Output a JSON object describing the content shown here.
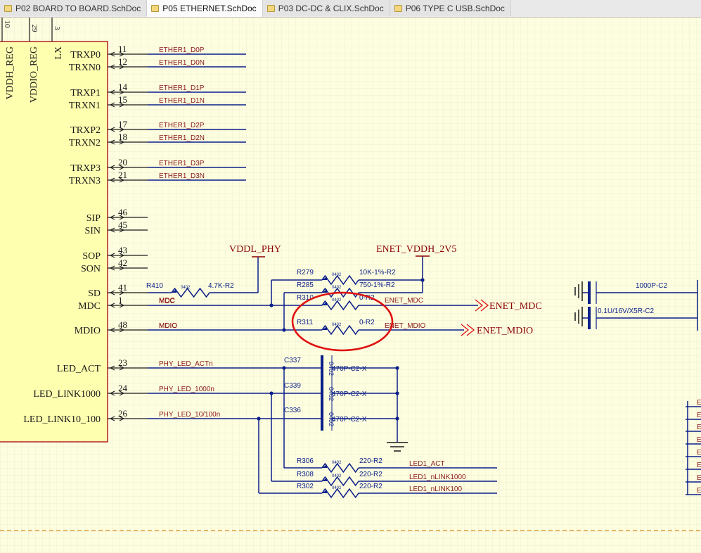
{
  "tabs": [
    {
      "label": "P02 BOARD TO BOARD.SchDoc",
      "active": false
    },
    {
      "label": "P05 ETHERNET.SchDoc",
      "active": true
    },
    {
      "label": "P03 DC-DC & CLIX.SchDoc",
      "active": false
    },
    {
      "label": "P06 TYPE C USB.SchDoc",
      "active": false
    }
  ],
  "colors": {
    "wire": "#0b1f8a",
    "pin": "#1a1a1a",
    "net_label": "#8b1a1a",
    "power": "#8b0000",
    "component_fill": "#ffffb0",
    "component_border": "#b22222",
    "highlight": "#e01010"
  },
  "ic": {
    "top_pin_numbers": [
      "10",
      "29",
      "3"
    ],
    "vertical_labels": [
      "VDDH_REG",
      "VDDIO_REG",
      "LX"
    ],
    "pins": [
      {
        "name": "TRXP0",
        "num": "11",
        "net": "ETHER1_D0P"
      },
      {
        "name": "TRXN0",
        "num": "12",
        "net": "ETHER1_D0N"
      },
      {
        "name": "TRXP1",
        "num": "14",
        "net": "ETHER1_D1P"
      },
      {
        "name": "TRXN1",
        "num": "15",
        "net": "ETHER1_D1N"
      },
      {
        "name": "TRXP2",
        "num": "17",
        "net": "ETHER1_D2P"
      },
      {
        "name": "TRXN2",
        "num": "18",
        "net": "ETHER1_D2N"
      },
      {
        "name": "TRXP3",
        "num": "20",
        "net": "ETHER1_D3P"
      },
      {
        "name": "TRXN3",
        "num": "21",
        "net": "ETHER1_D3N"
      },
      {
        "name": "SIP",
        "num": "46",
        "net": ""
      },
      {
        "name": "SIN",
        "num": "45",
        "net": ""
      },
      {
        "name": "SOP",
        "num": "43",
        "net": ""
      },
      {
        "name": "SON",
        "num": "42",
        "net": ""
      },
      {
        "name": "SD",
        "num": "41",
        "net": ""
      },
      {
        "name": "MDC",
        "num": "1",
        "net": "MDC"
      },
      {
        "name": "MDIO",
        "num": "48",
        "net": "MDIO"
      },
      {
        "name": "LED_ACT",
        "num": "23",
        "net": "PHY_LED_ACTn"
      },
      {
        "name": "LED_LINK1000",
        "num": "24",
        "net": "PHY_LED_1000n"
      },
      {
        "name": "LED_LINK10_100",
        "num": "26",
        "net": "PHY_LED_10/100n"
      }
    ]
  },
  "power_ports": {
    "vddl_phy": "VDDL_PHY",
    "enet_vddh": "ENET_VDDH_2V5"
  },
  "resistors": {
    "r410": {
      "ref": "R410",
      "value": "4.7K-R2",
      "pkg": "0402"
    },
    "r279": {
      "ref": "R279",
      "value": "10K-1%-R2",
      "pkg": "0402"
    },
    "r285": {
      "ref": "R285",
      "value": "750-1%-R2",
      "pkg": "0402"
    },
    "r310": {
      "ref": "R310",
      "value": "0-R2",
      "pkg": "0402"
    },
    "r311": {
      "ref": "R311",
      "value": "0-R2",
      "pkg": "0402"
    },
    "r306": {
      "ref": "R306",
      "value": "220-R2",
      "pkg": "0402"
    },
    "r308": {
      "ref": "R308",
      "value": "220-R2",
      "pkg": "0402"
    },
    "r302": {
      "ref": "R302",
      "value": "220-R2",
      "pkg": "0402"
    }
  },
  "capacitors": {
    "c337": {
      "ref": "C337",
      "value": "470P-C2-X",
      "pkg": "0402"
    },
    "c339": {
      "ref": "C339",
      "value": "470P-C2-X",
      "pkg": "0402"
    },
    "c336": {
      "ref": "C336",
      "value": "470P-C2-X",
      "pkg": "0402"
    },
    "c_1000p": {
      "value": "1000P-C2"
    },
    "c_01u": {
      "value": "0.1U/16V/X5R-C2"
    }
  },
  "nets": {
    "enet_mdc": "ENET_MDC",
    "enet_mdio": "ENET_MDIO",
    "led1_act": "LED1_ACT",
    "led1_nlink1000": "LED1_nLINK1000",
    "led1_nlink100": "LED1_nLINK100"
  },
  "ports": {
    "enet_mdc": "ENET_MDC",
    "enet_mdio": "ENET_MDIO"
  },
  "right_edge_labels": [
    "E",
    "E",
    "E",
    "E",
    "E",
    "E",
    "E",
    "E"
  ]
}
